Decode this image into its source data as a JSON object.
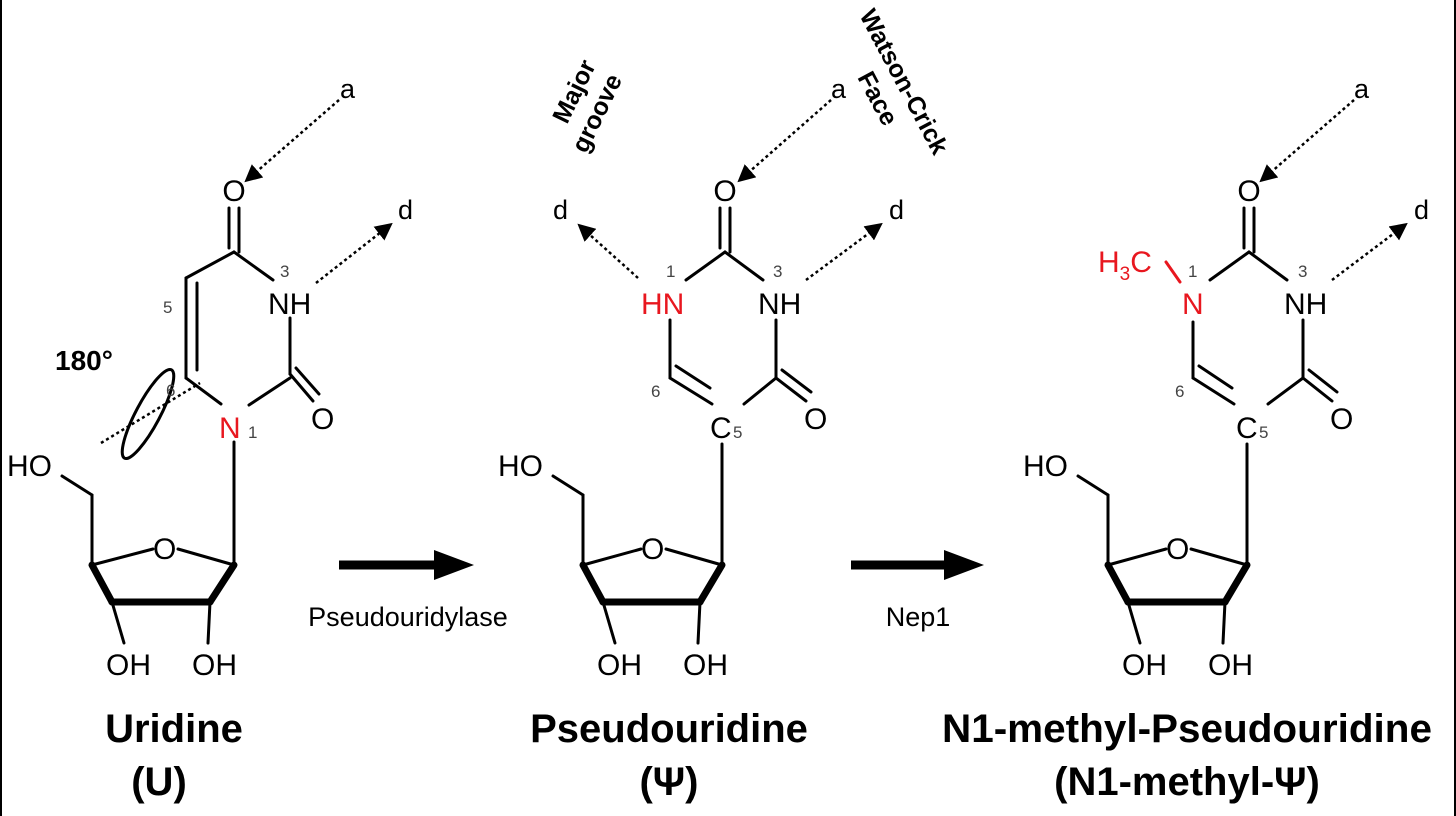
{
  "compounds": [
    {
      "name": "Uridine",
      "abbr": "(U)",
      "atoms": {
        "o_top": "O",
        "nh": "NH",
        "n1": "N",
        "o_right": "O",
        "ho": "HO",
        "oh_left": "OH",
        "oh_right": "OH",
        "ring_o": "O"
      },
      "numbers": {
        "n3": "3",
        "c5": "5",
        "c6": "6",
        "n1": "1"
      },
      "labels": {
        "a": "a",
        "d": "d",
        "rotation": "180°"
      }
    },
    {
      "name": "Pseudouridine",
      "abbr": "(Ψ)",
      "atoms": {
        "o_top": "O",
        "nh": "NH",
        "hn": "HN",
        "c5": "C",
        "o_right": "O",
        "ho": "HO",
        "oh_left": "OH",
        "oh_right": "OH",
        "ring_o": "O"
      },
      "numbers": {
        "n1": "1",
        "n3": "3",
        "c6": "6",
        "c5": "5"
      },
      "labels": {
        "a": "a",
        "d_left": "d",
        "d_right": "d",
        "major_groove": [
          "Major",
          "groove"
        ],
        "watson_crick": [
          "Watson-Crick",
          "Face"
        ]
      }
    },
    {
      "name": "N1-methyl-Pseudouridine",
      "abbr": "(N1-methyl-Ψ)",
      "atoms": {
        "o_top": "O",
        "nh": "NH",
        "n1": "N",
        "methyl": {
          "h": "H",
          "sub": "3",
          "c": "C"
        },
        "c5": "C",
        "o_right": "O",
        "ho": "HO",
        "oh_left": "OH",
        "oh_right": "OH",
        "ring_o": "O"
      },
      "numbers": {
        "n1": "1",
        "n3": "3",
        "c6": "6",
        "c5": "5"
      },
      "labels": {
        "a": "a",
        "d": "d"
      }
    }
  ],
  "reactions": [
    {
      "enzyme": "Pseudouridylase"
    },
    {
      "enzyme": "Nep1"
    }
  ],
  "colors": {
    "highlight": "#e8171f",
    "text": "#000000"
  }
}
